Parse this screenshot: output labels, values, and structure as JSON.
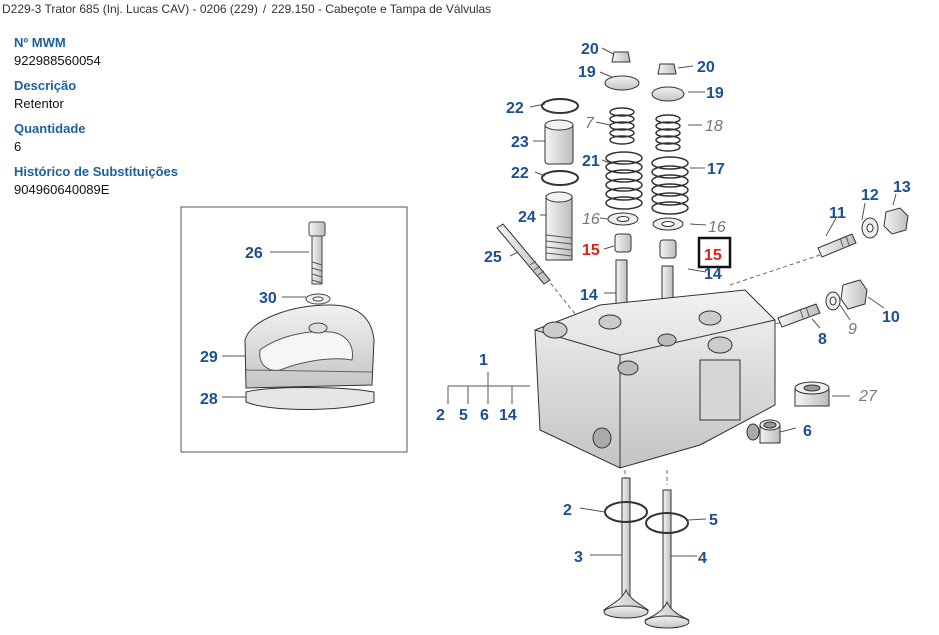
{
  "breadcrumb": {
    "model": "D229-3 Trator 685 (Inj. Lucas CAV) - 0206 (229)",
    "separator": "/",
    "section": "229.150 - Cabeçote e Tampa de Válvulas"
  },
  "part": {
    "mwm_label": "Nº MWM",
    "mwm_value": "922988560054",
    "desc_label": "Descrição",
    "desc_value": "Retentor",
    "qty_label": "Quantidade",
    "qty_value": "6",
    "hist_label": "Histórico de Substituições",
    "hist_value": "904960640089E"
  },
  "callouts": {
    "c20a": "20",
    "c20b": "20",
    "c19a": "19",
    "c19b": "19",
    "c22a": "22",
    "c22b": "22",
    "c23": "23",
    "c7": "7",
    "c18": "18",
    "c21": "21",
    "c17": "17",
    "c16a": "16",
    "c16b": "16",
    "c24": "24",
    "c15a": "15",
    "c15b": "15",
    "c25": "25",
    "c14a": "14",
    "c14b": "14",
    "c14c": "14",
    "c11": "11",
    "c12": "12",
    "c13": "13",
    "c26": "26",
    "c30": "30",
    "c29": "29",
    "c28": "28",
    "c1": "1",
    "c2a": "2",
    "c5a": "5",
    "c6a": "6",
    "c8": "8",
    "c9": "9",
    "c10": "10",
    "c27": "27",
    "c6b": "6",
    "c2b": "2",
    "c5b": "5",
    "c3": "3",
    "c4": "4"
  },
  "colors": {
    "callout_blue": "#1b4f8f",
    "callout_red": "#e0201a",
    "label_blue": "#1f5f9e"
  }
}
